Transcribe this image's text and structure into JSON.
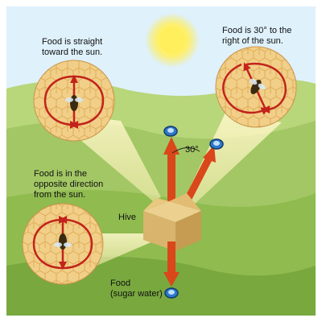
{
  "labels": {
    "straight_line1": "Food is straight",
    "straight_line2": "toward the sun.",
    "right_line1": "Food is 30° to the",
    "right_line2": "right of the sun.",
    "opposite_line1": "Food is in the",
    "opposite_line2": "opposite direction",
    "opposite_line3": "from the sun.",
    "angle": "30°",
    "hive": "Hive",
    "food_line1": "Food",
    "food_line2": "(sugar water)"
  },
  "icons": {
    "sun": "sun-icon",
    "bee": "bee-icon",
    "food_dish": "food-dish-icon",
    "hive": "hive-box-icon"
  },
  "colors": {
    "sky": "#dff1fb",
    "grass_light": "#b8d67a",
    "grass_dark": "#79a83f",
    "honeycomb": "#f1cf88",
    "comb_cell": "#e0ad5a",
    "dance_path": "#c2231b",
    "arrow": "#d9471a",
    "sun": "#ffe94a",
    "hive": "#d9b46c",
    "dish": "#2f78c6"
  }
}
